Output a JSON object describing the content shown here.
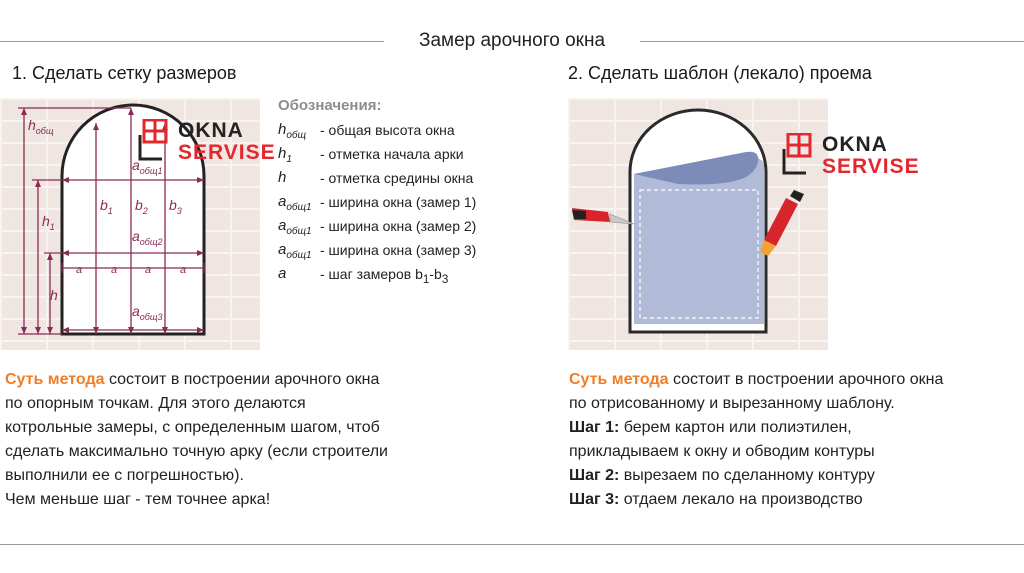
{
  "page_title": "Замер арочного окна",
  "left": {
    "section_title": "1. Сделать сетку размеров",
    "legend_title": "Обозначения:",
    "legend": [
      {
        "sym": "h",
        "sub": "общ",
        "desc": "- общая высота окна"
      },
      {
        "sym": "h",
        "sub": "1",
        "desc": "- отметка начала арки"
      },
      {
        "sym": "h",
        "sub": "",
        "desc": "- отметка средины окна"
      },
      {
        "sym": "a",
        "sub": "общ1",
        "desc": "- ширина окна (замер 1)"
      },
      {
        "sym": "a",
        "sub": "общ1",
        "desc": "- ширина окна (замер 2)"
      },
      {
        "sym": "a",
        "sub": "общ1",
        "desc": "- ширина окна (замер 3)"
      },
      {
        "sym": "a",
        "sub": "",
        "desc": "- шаг замеров b",
        "desc_sub1": "1",
        "desc_mid": "-b",
        "desc_sub2": "3"
      }
    ],
    "diagram_labels": {
      "h_total": "h",
      "h_total_sub": "общ",
      "h1": "h",
      "h1_sub": "1",
      "h": "h",
      "a1": "a",
      "a1_sub": "общ1",
      "a2": "a",
      "a2_sub": "общ2",
      "a3": "a",
      "a3_sub": "общ3",
      "b1": "b",
      "b1_sub": "1",
      "b2": "b",
      "b2_sub": "2",
      "b3": "b",
      "b3_sub": "3",
      "step": "a"
    },
    "para": {
      "accent": "Суть метода",
      "line1_rest": " состоит в построении арочного окна",
      "line2": "по опорным точкам. Для этого делаются",
      "line3": "котрольные замеры, с определенным шагом, чтоб",
      "line4": "сделать максимально точную арку (если строители",
      "line5": "выполнили ее с погрешностью).",
      "line6": "Чем меньше шаг  - тем точнее арка!"
    }
  },
  "right": {
    "section_title": "2. Сделать шаблон (лекало) проема",
    "para": {
      "accent": "Суть метода",
      "line1_rest": " состоит в построении арочного окна",
      "line2": "по отрисованному и вырезанному шаблону.",
      "step1_label": "Шаг 1:",
      "step1_text": " берем картон или полиэтилен,",
      "step1_cont": "прикладываем к окну и обводим контуры",
      "step2_label": "Шаг 2:",
      "step2_text": " вырезаем по сделанному контуру",
      "step3_label": "Шаг 3:",
      "step3_text": " отдаем лекало на производство"
    }
  },
  "logo": {
    "line1": "OKNA",
    "line2": "SERVISE"
  },
  "colors": {
    "accent": "#f07d2a",
    "logo_red": "#e2282e",
    "dimension": "#8b2a55",
    "template": "#a9b4d4"
  }
}
